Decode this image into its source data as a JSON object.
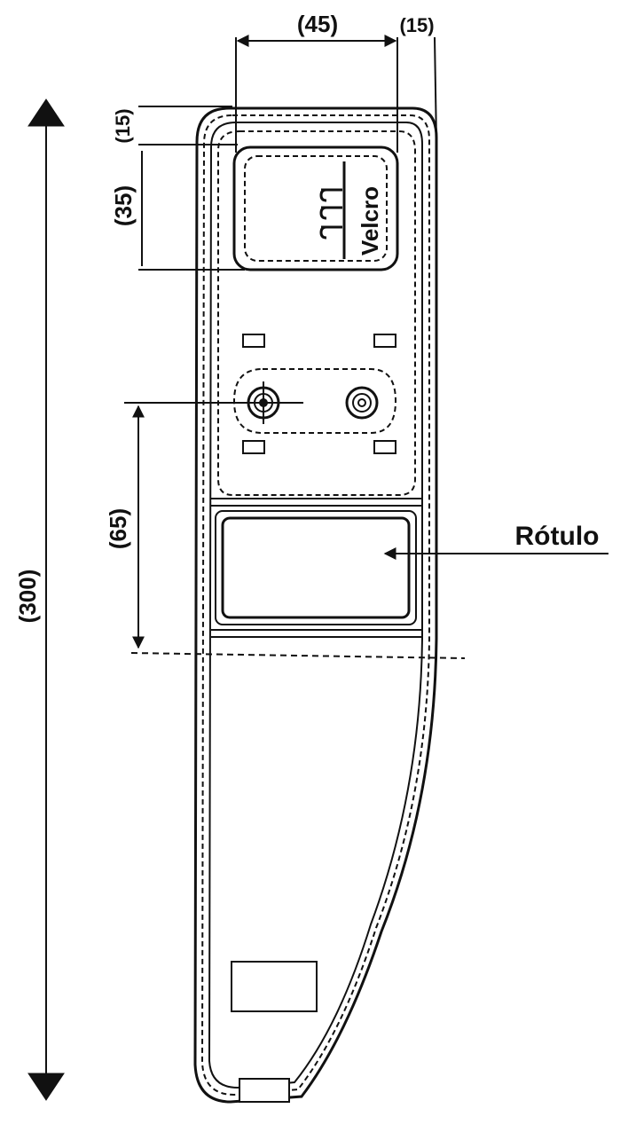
{
  "dimensions": {
    "width_45": "(45)",
    "edge_15_top": "(15)",
    "edge_15_left": "(15)",
    "height_35": "(35)",
    "height_65": "(65)",
    "total_300": "(300)"
  },
  "labels": {
    "velcro": "Velcro",
    "rotulo": "Rótulo"
  },
  "colors": {
    "line": "#111111",
    "background": "#ffffff"
  }
}
